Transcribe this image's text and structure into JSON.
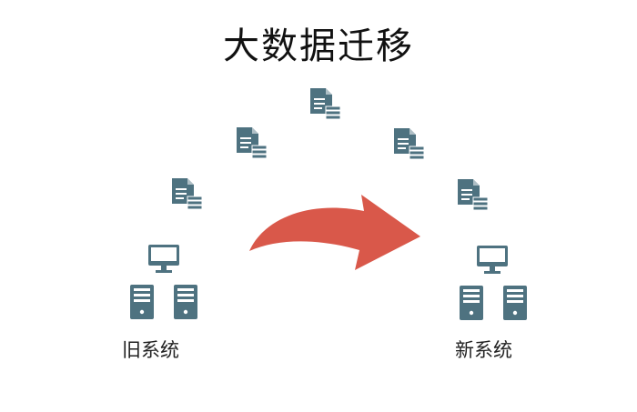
{
  "title": "大数据迁移",
  "old_system": {
    "label": "旧系统"
  },
  "new_system": {
    "label": "新系统"
  },
  "colors": {
    "icon": "#4e7280",
    "arrow": "#d9584a",
    "text": "#222222"
  },
  "icons": {
    "document": "document-icon",
    "monitor": "monitor-icon",
    "server": "server-icon",
    "arrow": "curved-arrow"
  }
}
